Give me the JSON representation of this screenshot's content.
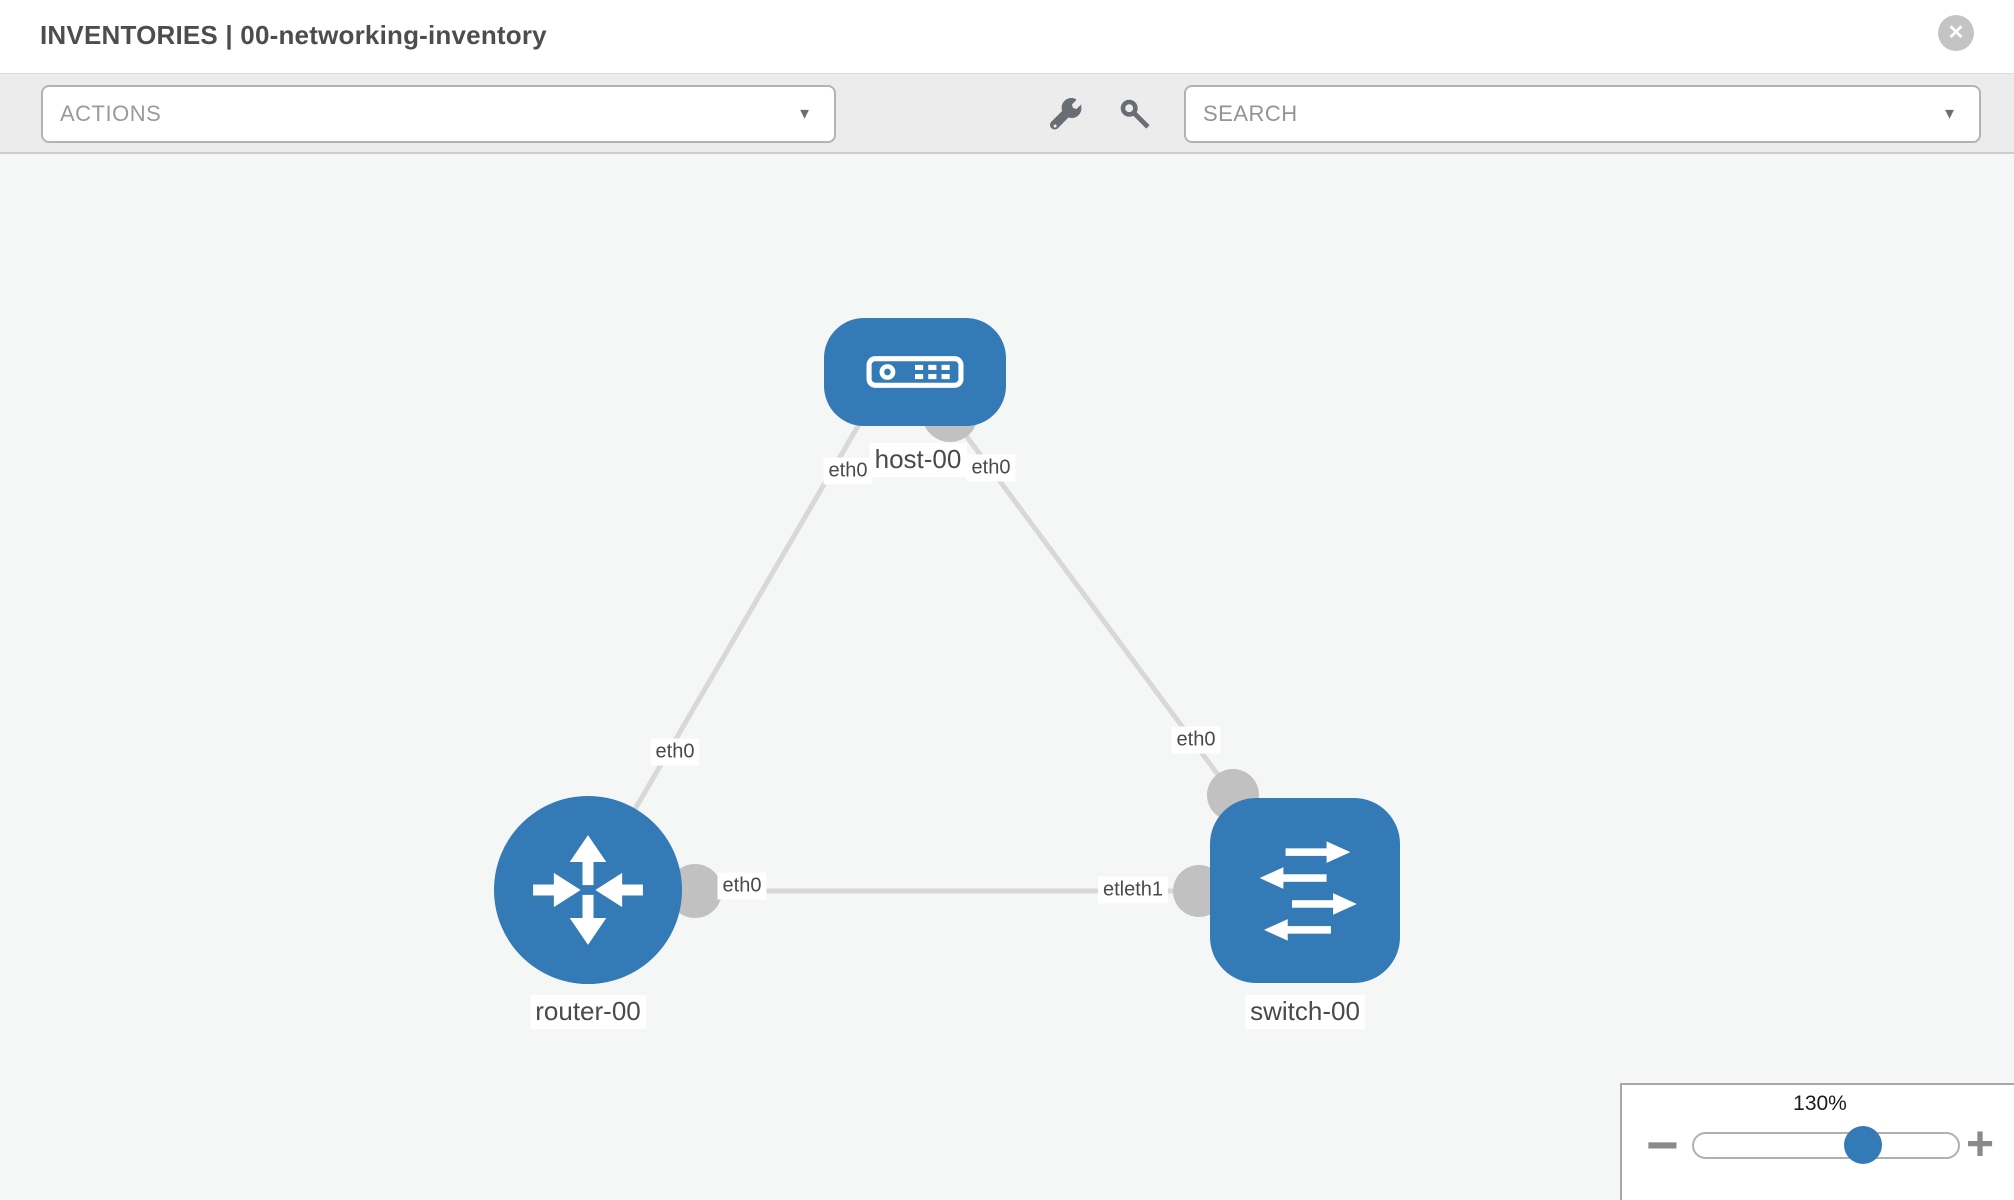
{
  "header": {
    "title": "INVENTORIES | 00-networking-inventory",
    "close_glyph": "✕"
  },
  "toolbar": {
    "actions_label": "ACTIONS",
    "search_placeholder": "SEARCH",
    "caret_glyph": "▼",
    "icons": [
      "wrench-icon",
      "key-icon"
    ]
  },
  "topology": {
    "nodes": [
      {
        "name": "host-00",
        "type": "host"
      },
      {
        "name": "router-00",
        "type": "router"
      },
      {
        "name": "switch-00",
        "type": "switch"
      }
    ],
    "links": [
      {
        "from": "host-00",
        "to": "router-00"
      },
      {
        "from": "host-00",
        "to": "switch-00"
      },
      {
        "from": "router-00",
        "to": "switch-00"
      }
    ],
    "interface_labels": [
      {
        "text": "eth0",
        "at": "host-00-left"
      },
      {
        "text": "eth0",
        "at": "host-00-right"
      },
      {
        "text": "eth0",
        "at": "router-00-host-link"
      },
      {
        "text": "eth0",
        "at": "switch-00-host-link"
      },
      {
        "text": "eth0",
        "at": "router-00-switch-link"
      },
      {
        "text": "etleth1",
        "at": "switch-00-router-link"
      }
    ]
  },
  "zoom_control": {
    "level": "130%",
    "minus_glyph": "−",
    "plus_glyph": "+"
  },
  "colors": {
    "node_blue": "#337ab7",
    "link_gray": "#d8d8d8",
    "endpoint_gray": "#c1c1c1",
    "canvas_bg": "#f5f6f6"
  }
}
